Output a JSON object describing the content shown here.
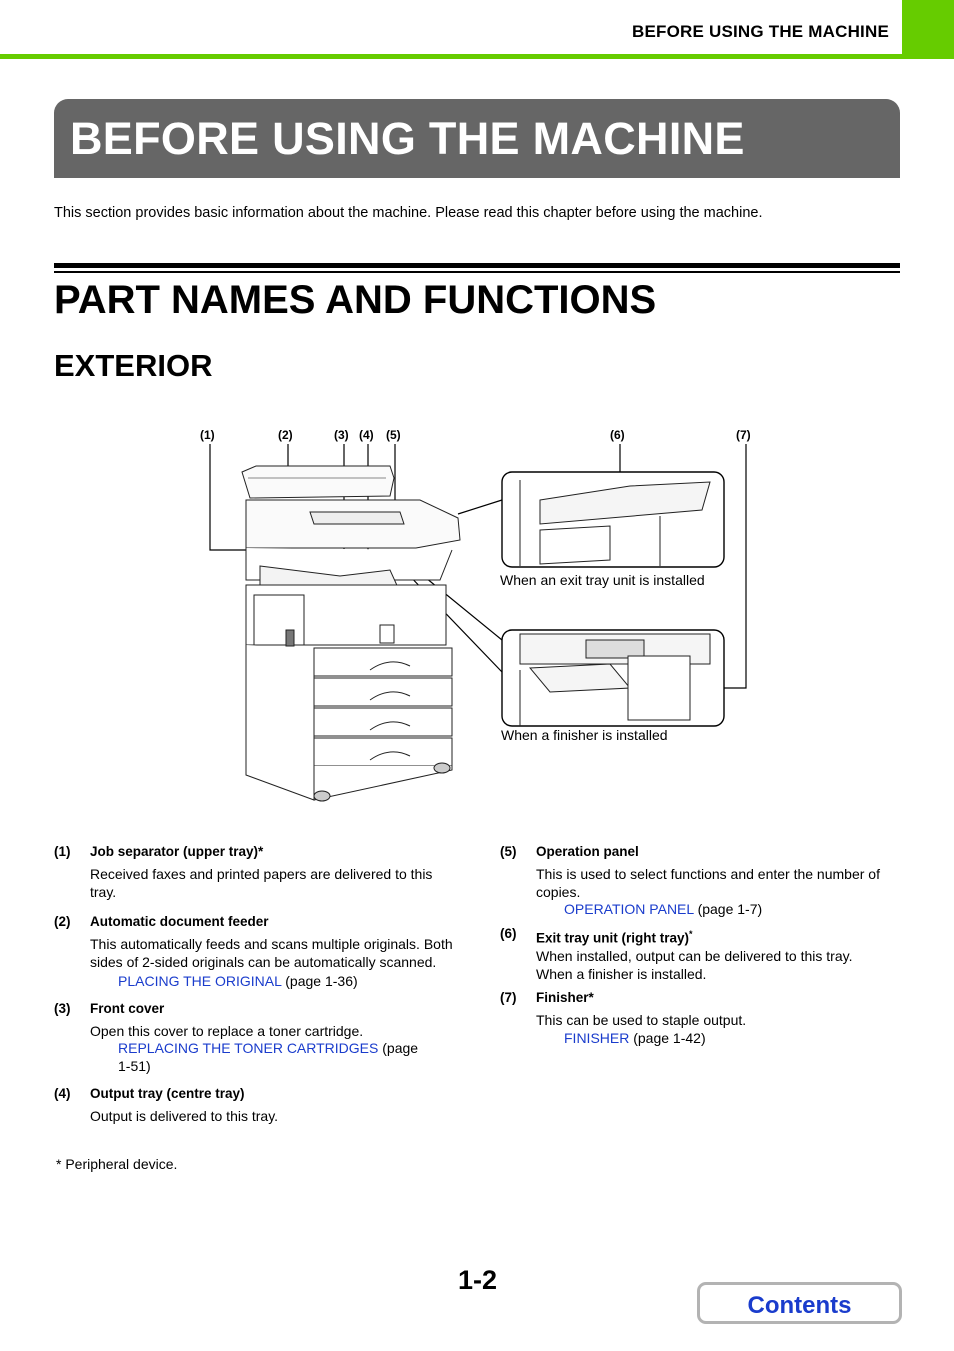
{
  "header": {
    "title": "BEFORE USING THE MACHINE",
    "accent_color": "#66cc00"
  },
  "banner": {
    "title": "BEFORE USING THE MACHINE",
    "color": "#666666"
  },
  "intro": "This section provides basic information about the machine. Please read this chapter before using the machine.",
  "section": {
    "title": "PART NAMES AND FUNCTIONS",
    "subtitle": "EXTERIOR"
  },
  "diagram": {
    "callouts": [
      "(1)",
      "(2)",
      "(3)",
      "(4)",
      "(5)",
      "(6)",
      "(7)"
    ],
    "inset_top_caption": "When an exit tray unit is installed",
    "inset_bottom_caption": "When a finisher is installed"
  },
  "items": [
    {
      "num": "(1)",
      "name": "Job separator (upper tray)*",
      "desc_lines": [
        "Received faxes and printed papers are delivered to this",
        "tray."
      ]
    },
    {
      "num": "(2)",
      "name": "Automatic document feeder",
      "desc_lines": [
        "This automatically feeds and scans multiple originals. Both",
        "sides of 2-sided originals can be automatically scanned."
      ],
      "link": "PLACING THE ORIGINAL",
      "page": "(page 1-36)"
    },
    {
      "num": "(3)",
      "name": "Front cover",
      "desc_lines": [
        "Open this cover to replace a toner cartridge."
      ],
      "link": "REPLACING THE TONER CARTRIDGES",
      "page": "(page",
      "page2": "1-51)"
    },
    {
      "num": "(4)",
      "name": "Output tray (centre tray)",
      "desc_lines": [
        "Output is delivered to this tray."
      ]
    },
    {
      "num": "(5)",
      "name": "Operation panel",
      "desc_lines": [
        "This is used to select functions and enter the number of",
        "copies."
      ],
      "link": "OPERATION PANEL",
      "page": "(page 1-7)"
    },
    {
      "num": "(6)",
      "name": "Exit tray unit (right tray)",
      "sup": "*",
      "desc_lines": [
        "When installed, output can be delivered to this tray.",
        "When a finisher is installed."
      ]
    },
    {
      "num": "(7)",
      "name": "Finisher*",
      "desc_lines": [
        "This can be used to staple output."
      ],
      "link": "FINISHER",
      "page": "(page 1-42)"
    }
  ],
  "footnote": "*  Peripheral device.",
  "page_number": "1-2",
  "contents_button": "Contents",
  "link_color": "#1a3ccc"
}
